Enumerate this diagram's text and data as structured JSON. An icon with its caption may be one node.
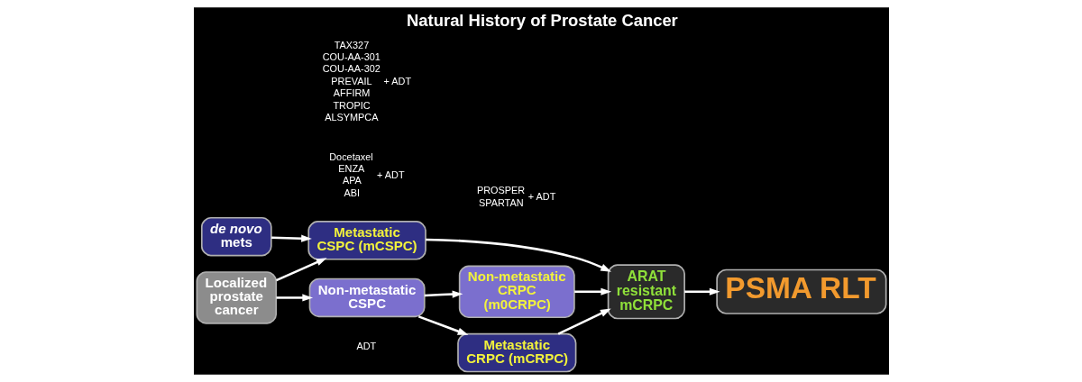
{
  "diagram": {
    "title": "Natural History of Prostate Cancer",
    "nodes": [
      {
        "text": [
          "Localized prostate cancer"
        ]
      },
      {
        "text": [
          "*de novo* mets"
        ]
      },
      {
        "text": [
          "Metastatic CSPC (mCSPC)"
        ]
      },
      {
        "text": [
          "Non-metastatic CSPC"
        ],
        "beside": [
          "ADT"
        ]
      },
      {
        "text": [
          "Non-metastatic CRPC (m0CRPC)"
        ]
      },
      {
        "text": [
          "Metastatic CRPC (mCRPC)"
        ]
      },
      {
        "text": [
          "ARAT resistant mCRPC"
        ]
      },
      {
        "text": [
          "PSMA RLT"
        ]
      }
    ],
    "edges": [
      {
        "from": 1,
        "to": 2,
        "arrow": "to"
      },
      {
        "from": 0,
        "to": 2,
        "arrow": "to"
      },
      {
        "from": 0,
        "to": 3,
        "arrow": "to"
      },
      {
        "from": 3,
        "to": 4,
        "arrow": "to"
      },
      {
        "from": 3,
        "to": 5,
        "arrow": "to"
      },
      {
        "from": 2,
        "to": 6,
        "arrow": "to"
      },
      {
        "from": 5,
        "to": 6,
        "arrow": "to"
      },
      {
        "from": 4,
        "to": 6,
        "arrow": "to"
      },
      {
        "from": 6,
        "to": 7,
        "arrow": "to"
      }
    ],
    "labels": [
      "Docetaxel",
      "ENZA",
      "APA",
      "ABI",
      "+ ADT",
      "TAX327",
      "COU-AA-301",
      "COU-AA-302",
      "PREVAIL",
      "AFFIRM",
      "TROPIC",
      "ALSYMPCA",
      "+ ADT",
      "PROSPER",
      "SPARTAN",
      "+ ADT"
    ]
  }
}
